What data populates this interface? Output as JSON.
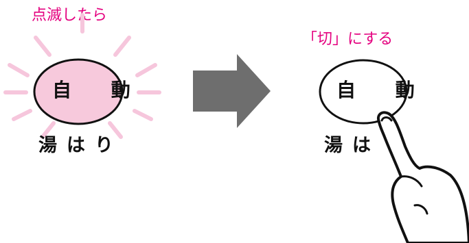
{
  "before": {
    "caption": "点滅したら",
    "button_label": "自 動",
    "sub_label": "湯はり"
  },
  "after": {
    "caption": "「切」にする",
    "button_label": "自 動",
    "sub_label": "湯は"
  },
  "colors": {
    "accent": "#e4007f",
    "glow": "#f6c6dc",
    "button_fill_active": "#f7c9dc",
    "arrow": "#6e6e6e",
    "outline": "#111111"
  },
  "icons": {
    "arrow": "right-arrow-icon",
    "finger": "pointing-finger-icon",
    "glow": "flash-rays-icon"
  }
}
